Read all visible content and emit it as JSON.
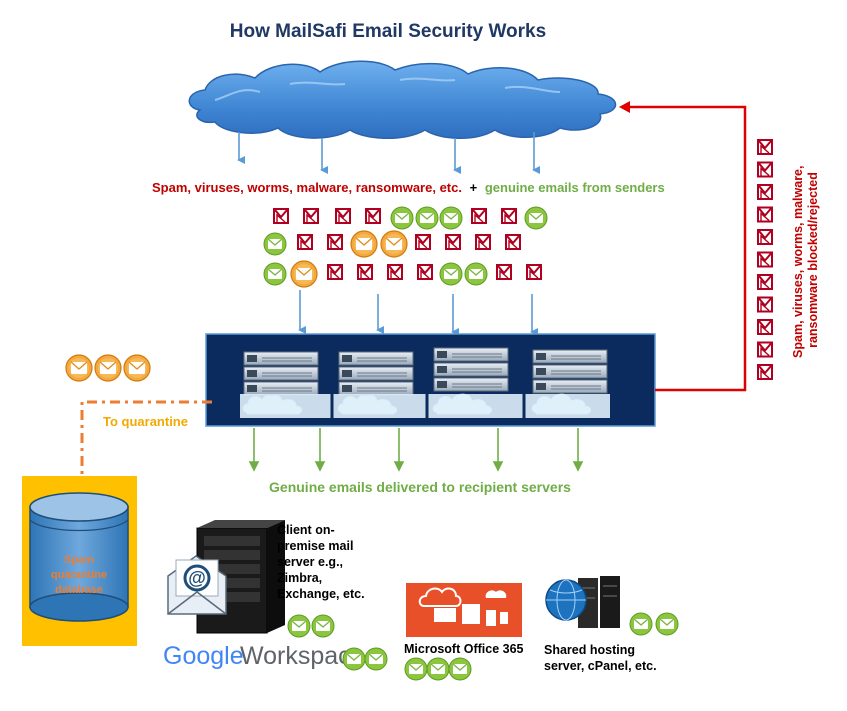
{
  "title": "How MailSafi Email Security Works",
  "incoming": {
    "threats_label": "Spam, viruses, worms, malware, ransomware, etc.",
    "plus": "+",
    "genuine_label": "genuine emails from senders"
  },
  "rejected_label": {
    "line1": "Spam, viruses, worms, malware,",
    "line2": "ransomware blocked/rejected"
  },
  "quarantine": {
    "label": "To quarantine",
    "db_line1": "Spam",
    "db_line2": "quarantine",
    "db_line3": "database"
  },
  "delivered_label": "Genuine emails delivered to recipient servers",
  "destinations": {
    "client_server": {
      "line1": "Client on-",
      "line2": "premise mail",
      "line3": "server e.g.,",
      "line4": "Zimbra,",
      "line5": "Exchange, etc."
    },
    "google": {
      "brand": "Google",
      "product": "Workspace"
    },
    "office": {
      "label": "Microsoft Office 365"
    },
    "hosting": {
      "line1": "Shared hosting",
      "line2": "server, cPanel, etc."
    }
  },
  "colors": {
    "title": "#1f3864",
    "threat": "#c00000",
    "genuine": "#70ad47",
    "quarantine": "#ed7d31",
    "quarantine_text": "#f2a900",
    "cloud": "#4a90d9",
    "server_panel": "#0b2b5e",
    "db_frame": "#ffc000",
    "arrow_blue": "#5b9bd5",
    "arrow_green": "#70ad47",
    "reject_line": "#e00000"
  },
  "icons": {
    "threat_mail": "red-mail-icon",
    "genuine_mail": "green-mail-icon",
    "quarantined_mail": "orange-mail-icon",
    "server": "server-rack-icon",
    "database": "database-icon"
  }
}
